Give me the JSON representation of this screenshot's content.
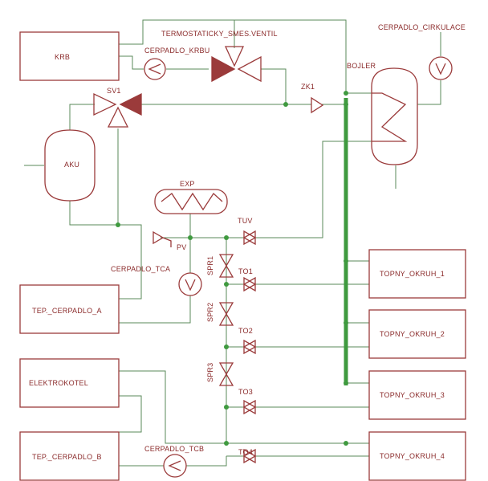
{
  "labels": {
    "krb": "KRB",
    "termostaticky": "TERMOSTATICKY_SMES.VENTIL",
    "cerpadlo_krbu": "CERPADLO_KRBU",
    "cerpadlo_cirkulace": "CERPADLO_CIRKULACE",
    "bojler": "BOJLER",
    "sv1": "SV1",
    "zk1": "ZK1",
    "aku": "AKU",
    "exp": "EXP",
    "pv": "PV",
    "tuv": "TUV",
    "cerpadlo_tca": "CERPADLO_TCA",
    "tep_cerpadlo_a": "TEP._CERPADLO_A",
    "spr1": "SPR1",
    "spr2": "SPR2",
    "spr3": "SPR3",
    "to1": "TO1",
    "to2": "TO2",
    "to3": "TO3",
    "to4": "TO4",
    "topny_okruh_1": "TOPNY_OKRUH_1",
    "topny_okruh_2": "TOPNY_OKRUH_2",
    "topny_okruh_3": "TOPNY_OKRUH_3",
    "topny_okruh_4": "TOPNY_OKRUH_4",
    "elektrokotel": "ELEKTROKOTEL",
    "tep_cerpadlo_b": "TEP._CERPADLO_B",
    "cerpadlo_tcb": "CERPADLO_TCB"
  },
  "colors": {
    "symbol": "#9b3b3b",
    "wire": "#5a8a5a",
    "bus": "#3f9a3f"
  }
}
